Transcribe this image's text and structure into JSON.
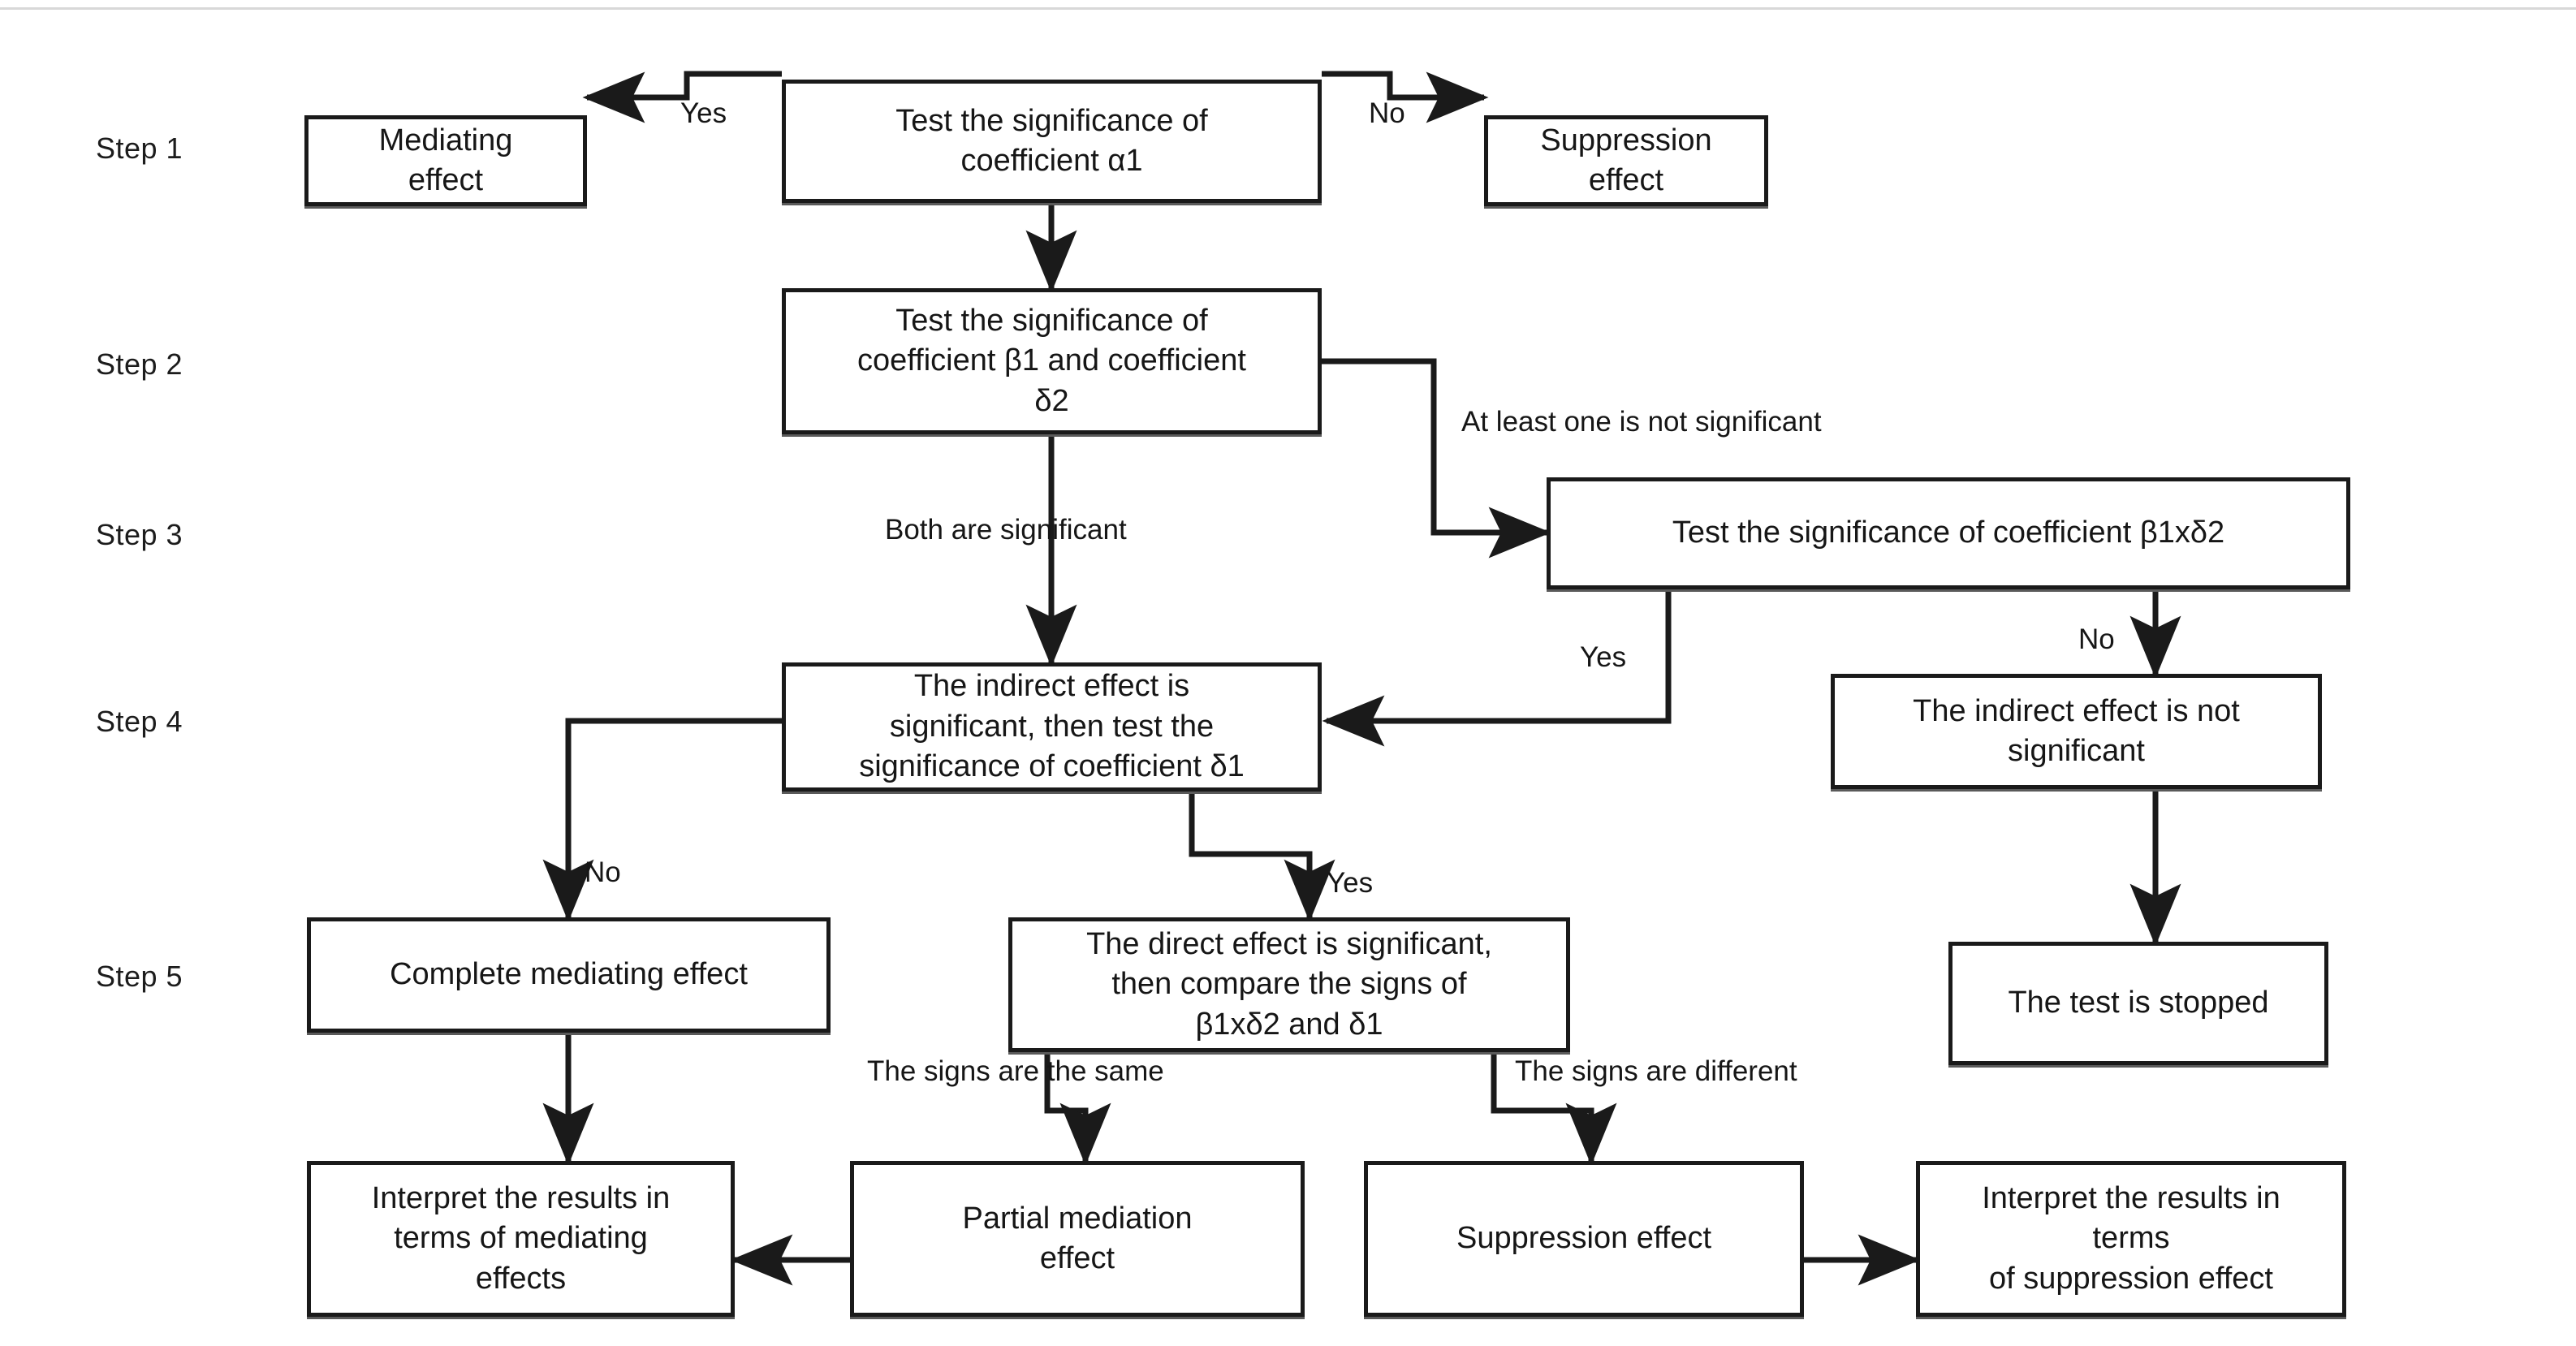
{
  "diagram": {
    "title": "Mediation and suppression effect testing procedure flowchart",
    "colors": {
      "box_border": "#1a1a1a",
      "box_fill": "#ffffff",
      "text": "#161616",
      "connector": "#1a1a1a",
      "top_rule": "#d8d8d8"
    }
  },
  "steps": [
    {
      "id": "step-1",
      "label": "Step 1"
    },
    {
      "id": "step-2",
      "label": "Step 2"
    },
    {
      "id": "step-3",
      "label": "Step 3"
    },
    {
      "id": "step-4",
      "label": "Step 4"
    },
    {
      "id": "step-5",
      "label": "Step 5"
    }
  ],
  "nodes": [
    {
      "id": "mediating-effect",
      "text": "Mediating\neffect"
    },
    {
      "id": "test-alpha1",
      "text": "Test the significance of\ncoefficient α1"
    },
    {
      "id": "suppression-effect-top",
      "text": "Suppression\neffect"
    },
    {
      "id": "test-beta1-delta2",
      "text": "Test the significance of\ncoefficient β1 and coefficient\nδ2"
    },
    {
      "id": "test-beta1xdelta2",
      "text": "Test the significance of coefficient β1xδ2"
    },
    {
      "id": "indirect-significant",
      "text": "The indirect effect is\nsignificant, then test the\nsignificance of coefficient δ1"
    },
    {
      "id": "indirect-not-significant",
      "text": "The indirect effect is not\nsignificant"
    },
    {
      "id": "complete-mediating-effect",
      "text": "Complete mediating effect"
    },
    {
      "id": "direct-significant-compare",
      "text": "The direct effect is significant,\nthen compare the signs of\nβ1xδ2 and δ1"
    },
    {
      "id": "test-stopped",
      "text": "The test is stopped"
    },
    {
      "id": "interpret-mediating",
      "text": "Interpret the results in\nterms of mediating\neffects"
    },
    {
      "id": "partial-mediation-effect",
      "text": "Partial mediation\neffect"
    },
    {
      "id": "suppression-effect-bottom",
      "text": "Suppression effect"
    },
    {
      "id": "interpret-suppression",
      "text": "Interpret the results in\nterms\nof suppression effect"
    }
  ],
  "edge_labels": [
    {
      "id": "yes-step1",
      "text": "Yes"
    },
    {
      "id": "no-step1",
      "text": "No"
    },
    {
      "id": "at-least-one",
      "text": "At least one is not significant"
    },
    {
      "id": "both-significant",
      "text": "Both are significant"
    },
    {
      "id": "yes-step3",
      "text": "Yes"
    },
    {
      "id": "no-step3",
      "text": "No"
    },
    {
      "id": "no-step4",
      "text": "No"
    },
    {
      "id": "yes-step4",
      "text": "Yes"
    },
    {
      "id": "signs-same",
      "text": "The signs are the same"
    },
    {
      "id": "signs-different",
      "text": "The signs are different"
    }
  ]
}
